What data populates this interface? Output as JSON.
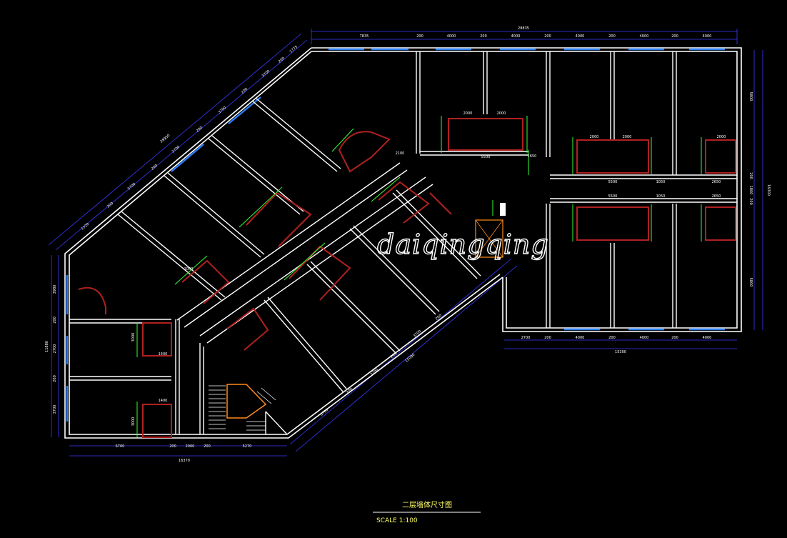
{
  "watermark": "daiqingqing",
  "title_block": {
    "title": "二层墙体尺寸图",
    "scale": "SCALE 1:100"
  },
  "dimensions": {
    "top_overall": "28835",
    "top_segments": [
      "7835",
      "200",
      "4000",
      "200",
      "4000",
      "200",
      "4000",
      "200",
      "4000",
      "200",
      "4000"
    ],
    "right_overall": "16300",
    "right_segments": [
      "5800",
      "200",
      "1800",
      "200",
      "5800"
    ],
    "bottom_right_overall": "15300",
    "bottom_right_segments": [
      "2700",
      "200",
      "4000",
      "200",
      "4000",
      "200",
      "4000"
    ],
    "bottom_left_overall": "16370",
    "bottom_left_segments": [
      "6700",
      "200",
      "2000",
      "200",
      "5270"
    ],
    "left_overall": "11880",
    "left_segments": [
      "3980",
      "200",
      "2700",
      "200",
      "3700"
    ],
    "diag_upper_overall": "28950",
    "diag_upper_segments": [
      "1320",
      "200",
      "3700",
      "200",
      "3700",
      "200",
      "3700",
      "200",
      "3700",
      "200",
      "1775"
    ],
    "diag_lower_overall": "15090",
    "diag_lower_segments": [
      "3700",
      "200",
      "3700",
      "200",
      "3700",
      "200"
    ]
  },
  "room_labels": {
    "room_5500_a": "5500",
    "room_5500_b": "5500",
    "room_5500_c": "5500",
    "room_2000_a": "2000",
    "room_2000_b": "2000",
    "room_2000_c": "2000",
    "room_2000_d": "2000",
    "room_2000_e": "2000",
    "room_2650_a": "2650",
    "room_2650_b": "2650",
    "room_1050_a": "1050",
    "room_1050_b": "1050",
    "room_1650": "1650",
    "room_2100": "2100",
    "room_1000": "1000",
    "room_3000_a": "3000",
    "room_3000_b": "3000",
    "room_1400_a": "1400",
    "room_1400_b": "1400"
  },
  "colors": {
    "wall": "#ffffff",
    "dimension": "#3a3aff",
    "window": "#2a7fff",
    "fixture": "#b02020",
    "annotation": "#33ff33",
    "stair": "#ff8a1c",
    "title": "#ffff66"
  }
}
